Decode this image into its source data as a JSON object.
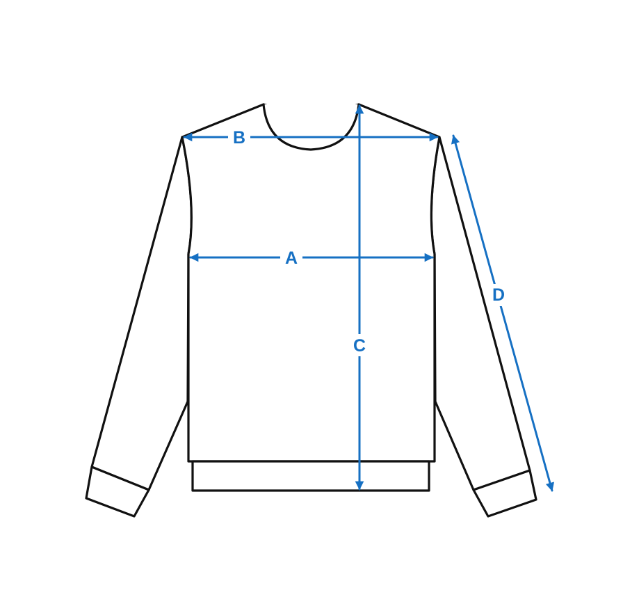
{
  "colors": {
    "outline": "#111111",
    "measure": "#1670c3",
    "background": "#ffffff"
  },
  "measurements": {
    "a": {
      "label": "A"
    },
    "b": {
      "label": "B"
    },
    "c": {
      "label": "C"
    },
    "d": {
      "label": "D"
    }
  }
}
